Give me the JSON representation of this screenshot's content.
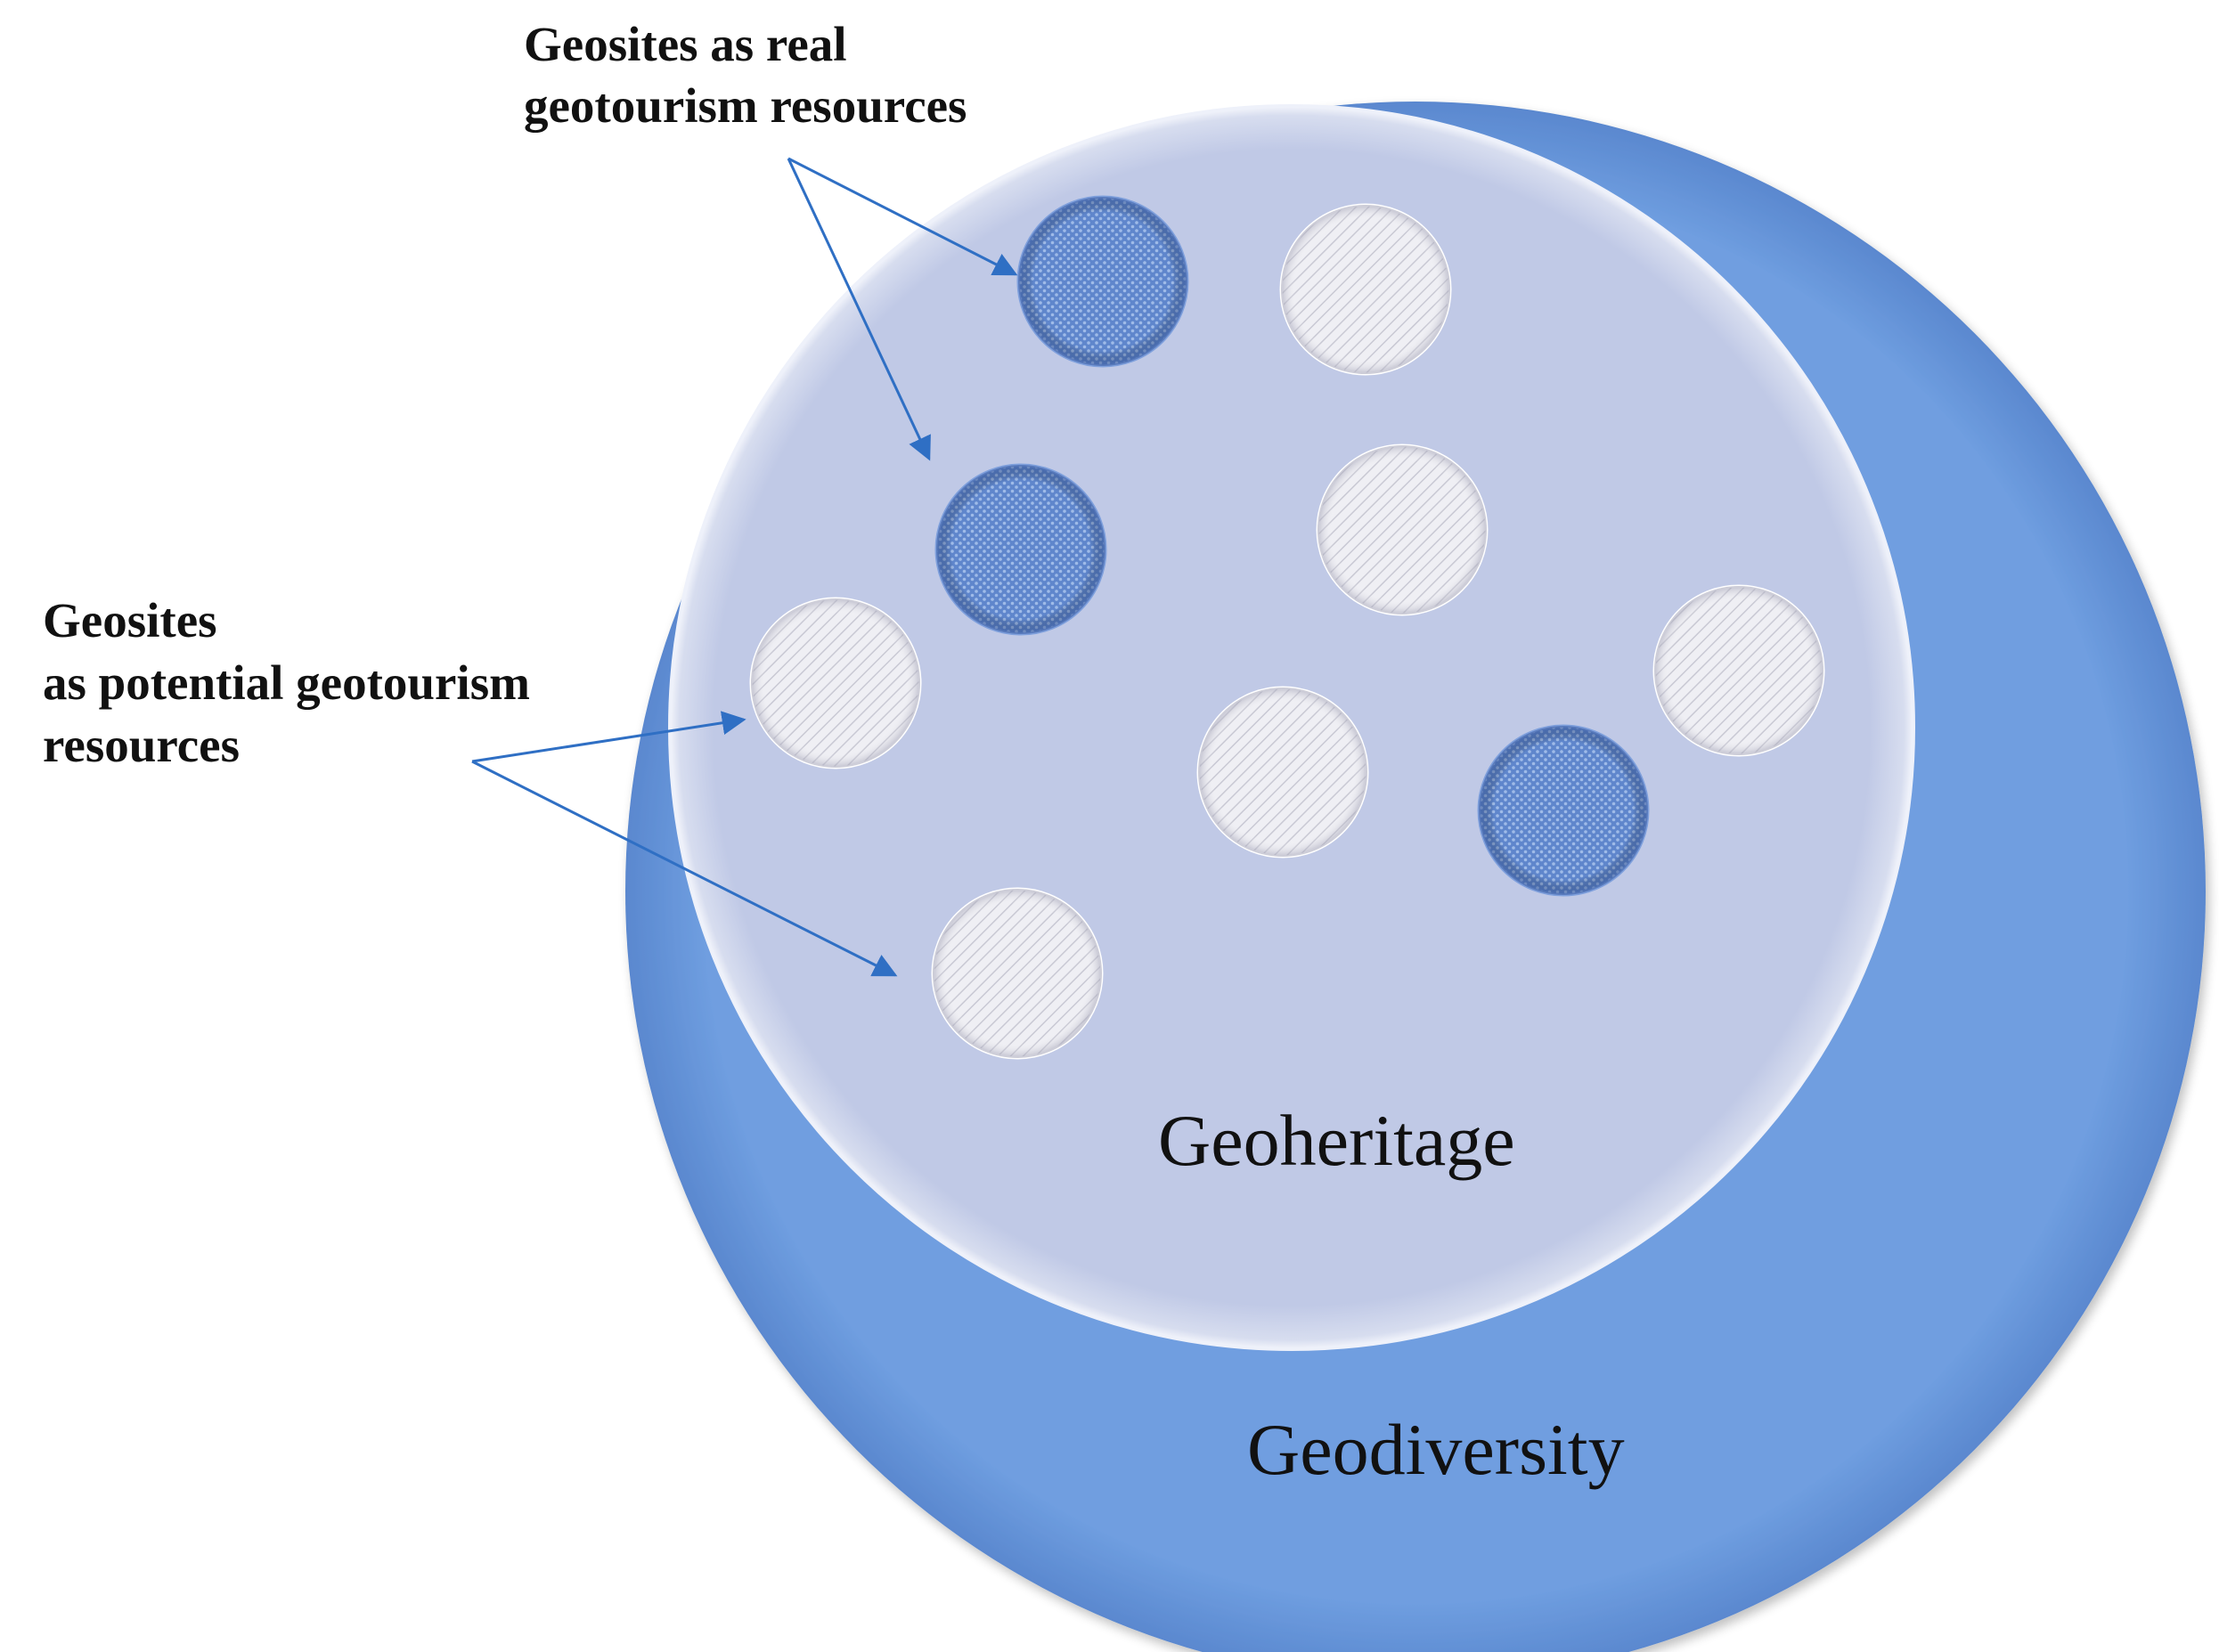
{
  "labels": {
    "real_resources": [
      "Geosites as real",
      "geotourism resources"
    ],
    "potential_resources": [
      "Geosites",
      "as potential geotourism",
      "resources"
    ],
    "geoheritage": "Geoheritage",
    "geodiversity": "Geodiversity"
  },
  "colors": {
    "geodiversity_fill": "#6f9ee0",
    "geodiversity_edge": "#5a88cf",
    "geoheritage_fill": "#c0c9e6",
    "geoheritage_edge": "#eef1fa",
    "real_geosite": "#6b8fd0",
    "potential_geosite": "#eaeaf0",
    "arrow": "#2f6fc4"
  },
  "geosites": [
    {
      "kind": "real"
    },
    {
      "kind": "potential"
    },
    {
      "kind": "real"
    },
    {
      "kind": "potential"
    },
    {
      "kind": "potential"
    },
    {
      "kind": "potential"
    },
    {
      "kind": "potential"
    },
    {
      "kind": "real"
    },
    {
      "kind": "potential"
    }
  ]
}
